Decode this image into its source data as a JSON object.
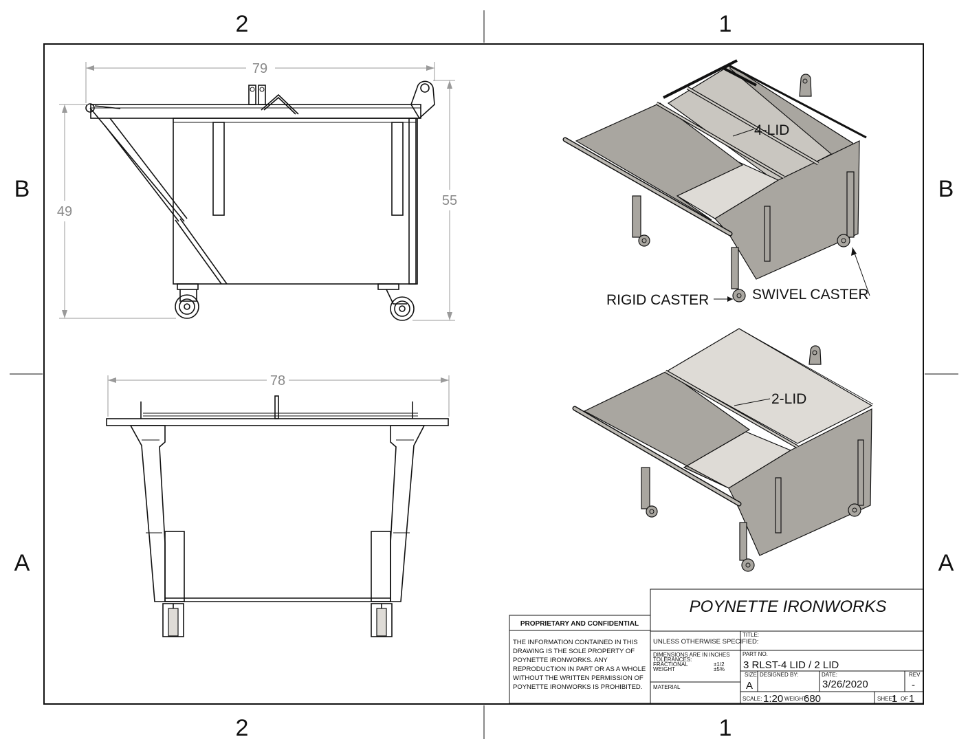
{
  "zones": {
    "top_left": "2",
    "top_right": "1",
    "bottom_left": "2",
    "bottom_right": "1",
    "left_upper": "B",
    "left_lower": "A",
    "right_upper": "B",
    "right_lower": "A"
  },
  "dimensions": {
    "side_length": "79",
    "side_height_rear": "49",
    "side_height_front": "55",
    "front_width": "78"
  },
  "callouts": {
    "four_lid": "4-LID",
    "two_lid": "2-LID",
    "rigid_caster": "RIGID CASTER",
    "swivel_caster": "SWIVEL CASTER"
  },
  "title_block": {
    "company": "POYNETTE IRONWORKS",
    "proprietary_heading": "PROPRIETARY AND CONFIDENTIAL",
    "proprietary_text": [
      "THE INFORMATION CONTAINED IN THIS",
      "DRAWING IS THE SOLE PROPERTY OF",
      "POYNETTE IRONWORKS.  ANY",
      "REPRODUCTION IN PART OR AS A WHOLE",
      "WITHOUT THE WRITTEN PERMISSION OF",
      "POYNETTE IRONWORKS IS PROHIBITED."
    ],
    "unless_specified": "UNLESS OTHERWISE SPECIFIED:",
    "dims_in_inches": "DIMENSIONS ARE IN INCHES",
    "tolerances": "TOLERANCES:",
    "fractional": "FRACTIONAL",
    "weight_tol": "WEIGHT",
    "fractional_value": "±1/2",
    "weight_value": "±5%",
    "material_label": "MATERIAL",
    "title_label": "TITLE:",
    "part_no_label": "PART NO.",
    "part_no": "3 RLST-4 LID / 2 LID",
    "size_label": "SIZE",
    "size": "A",
    "designed_by_label": "DESIGNED BY:",
    "date_label": "DATE:",
    "date": "3/26/2020",
    "rev_label": "REV",
    "rev": "-",
    "scale_label": "SCALE:",
    "scale": "1:20",
    "weight_label": "WEIGHT:",
    "weight": "680",
    "sheet_label": "SHEET",
    "sheet": "1",
    "of_label": "OF",
    "of": "1"
  }
}
